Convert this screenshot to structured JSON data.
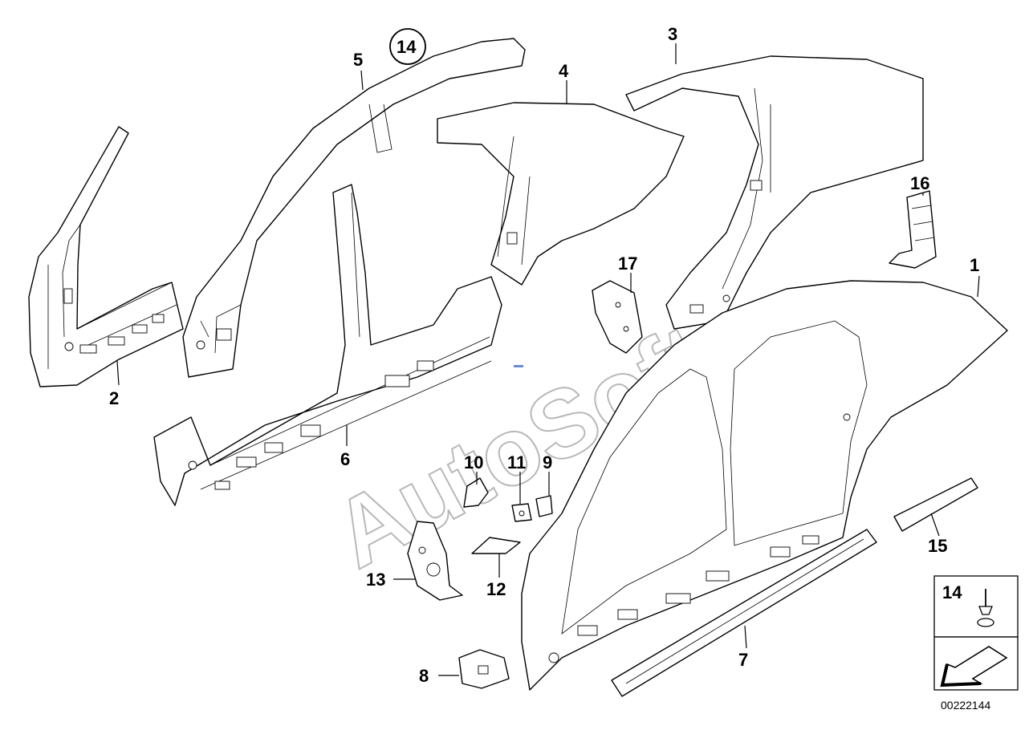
{
  "diagram": {
    "document_id": "00222144",
    "watermark": "AutoSoft",
    "callouts": [
      {
        "id": "c1",
        "label": "1"
      },
      {
        "id": "c2",
        "label": "2"
      },
      {
        "id": "c3",
        "label": "3"
      },
      {
        "id": "c4",
        "label": "4"
      },
      {
        "id": "c5",
        "label": "5"
      },
      {
        "id": "c6",
        "label": "6"
      },
      {
        "id": "c7",
        "label": "7"
      },
      {
        "id": "c8",
        "label": "8"
      },
      {
        "id": "c9",
        "label": "9"
      },
      {
        "id": "c10",
        "label": "10"
      },
      {
        "id": "c11",
        "label": "11"
      },
      {
        "id": "c12",
        "label": "12"
      },
      {
        "id": "c13",
        "label": "13"
      },
      {
        "id": "c14",
        "label": "14"
      },
      {
        "id": "c15",
        "label": "15"
      },
      {
        "id": "c16",
        "label": "16"
      },
      {
        "id": "c17",
        "label": "17"
      }
    ],
    "legend": {
      "part_label": "14",
      "icon": "arrow-icon"
    }
  }
}
